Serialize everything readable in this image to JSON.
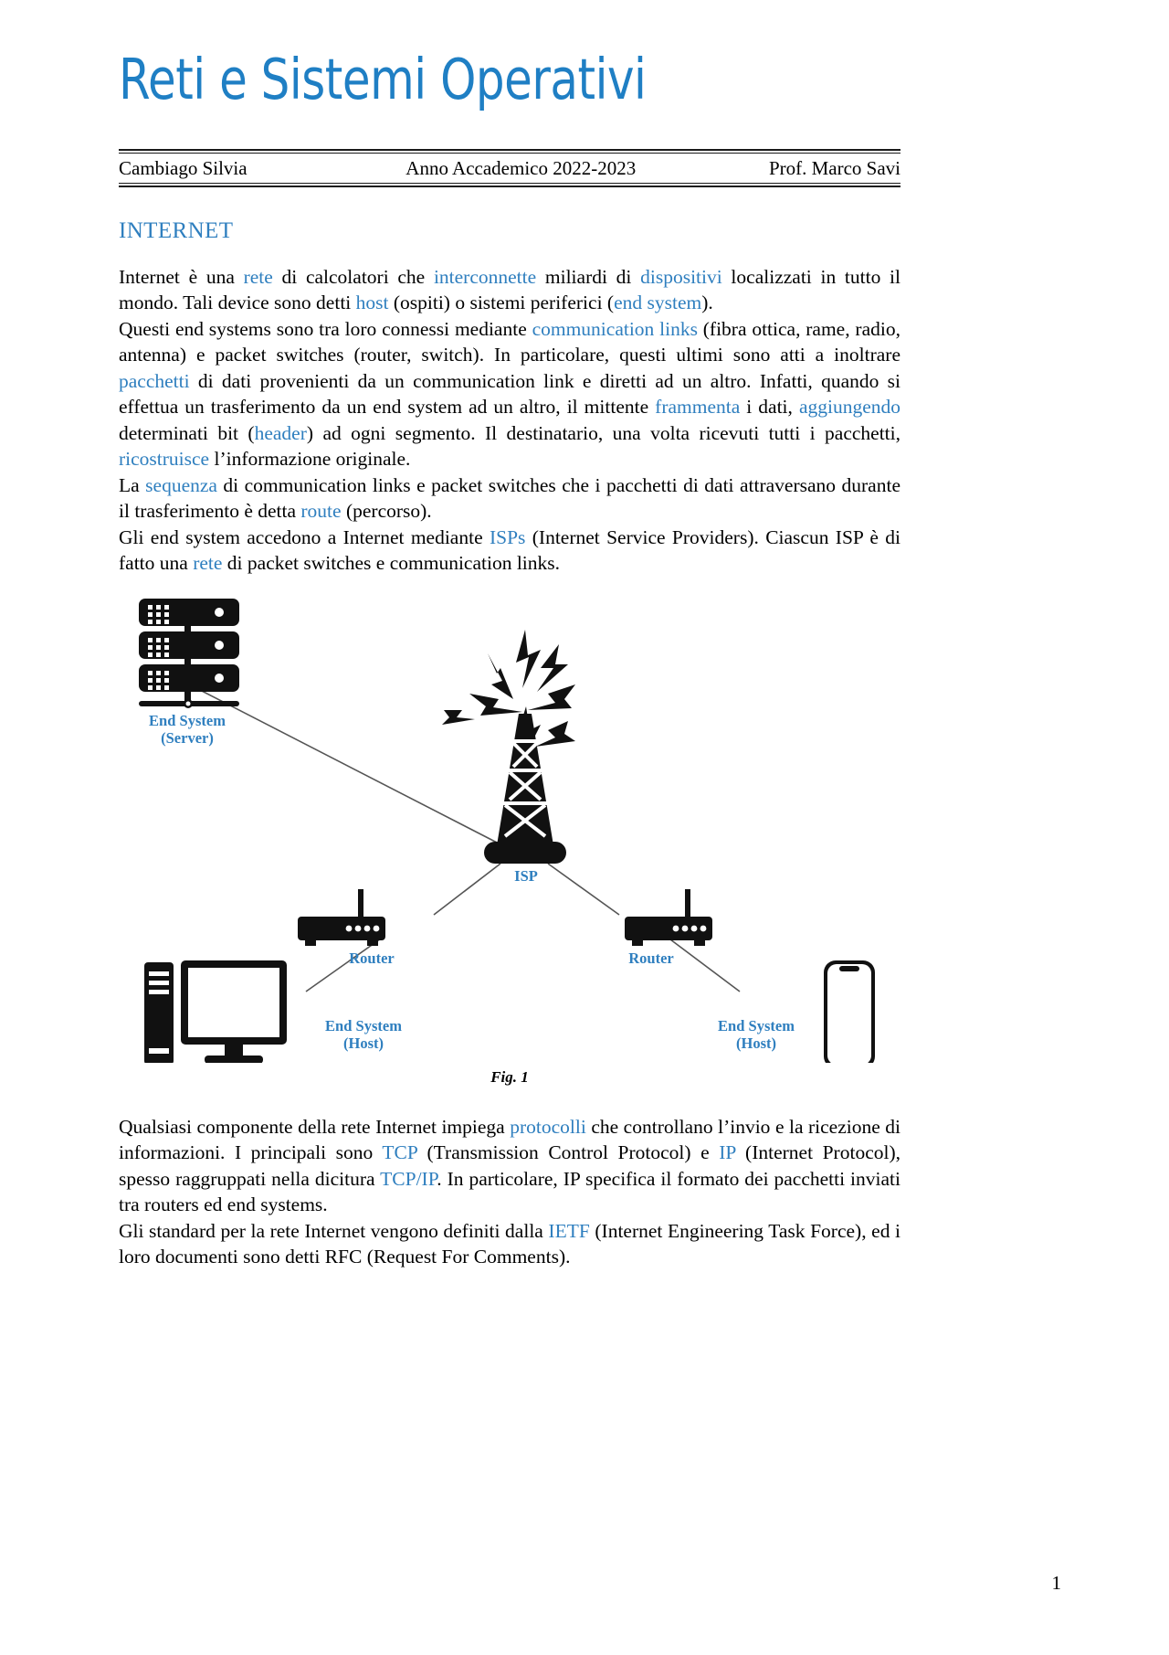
{
  "document": {
    "title": "Reti e Sistemi Operativi",
    "header": {
      "left": "Cambiago Silvia",
      "center": "Anno Accademico 2022-2023",
      "right": "Prof. Marco Savi"
    },
    "page_number": "1",
    "accent_color": "#2f7fbf",
    "title_color": "#1f7fc4"
  },
  "section": {
    "heading": "INTERNET",
    "paragraphs": {
      "p1": {
        "s1": "Internet è una ",
        "k1": "rete",
        "s2": " di calcolatori che ",
        "k2": "interconnette",
        "s3": " miliardi di ",
        "k3": "dispositivi",
        "s4": " localizzati in tutto il mondo. Tali device sono detti ",
        "k4": "host",
        "s5": " (ospiti) o sistemi periferici (",
        "k5": "end system",
        "s6": ")."
      },
      "p2": {
        "s1": "Questi end systems sono tra loro connessi mediante ",
        "k1": "communication links",
        "s2": " (fibra ottica, rame, radio, antenna) e packet switches (router, switch). In particolare, questi ultimi sono atti a inoltrare ",
        "k2": "pacchetti",
        "s3": " di dati provenienti da un communication link e diretti ad un altro. Infatti, quando si effettua un trasferimento da un end system ad un altro, il mittente ",
        "k3": "frammenta",
        "s4": " i dati, ",
        "k4": "aggiungendo",
        "s5": " determinati bit (",
        "k5": "header",
        "s6": ") ad ogni segmento. Il destinatario, una volta ricevuti tutti i pacchetti, ",
        "k6": "ricostruisce",
        "s7": " l’informazione originale."
      },
      "p3": {
        "s1": "La ",
        "k1": "sequenza",
        "s2": " di communication links e packet switches che i pacchetti di dati attraversano durante il trasferimento è detta ",
        "k2": "route",
        "s3": " (percorso)."
      },
      "p4": {
        "s1": "Gli end system accedono a Internet mediante ",
        "k1": "ISPs",
        "s2": " (Internet Service Providers). Ciascun ISP è di fatto una ",
        "k2": "rete",
        "s3": " di packet switches e communication links."
      },
      "p5": {
        "s1": "Qualsiasi componente della rete Internet impiega ",
        "k1": "protocolli",
        "s2": " che controllano l’invio e la ricezione di informazioni. I principali sono ",
        "k2": "TCP",
        "s3": " (Transmission Control Protocol) e ",
        "k3": "IP",
        "s4": " (Internet Protocol), spesso raggruppati nella dicitura ",
        "k4": "TCP/IP",
        "s5": ". In particolare, IP specifica il formato dei pacchetti inviati tra routers ed end systems."
      },
      "p6": {
        "s1": "Gli standard per la rete Internet vengono definiti dalla ",
        "k1": "IETF",
        "s2": " (Internet Engineering Task Force), ed i loro documenti sono detti RFC (Request For Comments)."
      }
    }
  },
  "figure": {
    "caption": "Fig. 1",
    "labels": {
      "server": "End System\n(Server)",
      "isp": "ISP",
      "router_left": "Router",
      "router_right": "Router",
      "host_left": "End System\n(Host)",
      "host_right": "End System\n(Host)"
    },
    "nodes": [
      {
        "name": "server-rack-icon",
        "label": "End System (Server)"
      },
      {
        "name": "isp-tower-icon",
        "label": "ISP"
      },
      {
        "name": "router-left-icon",
        "label": "Router"
      },
      {
        "name": "router-right-icon",
        "label": "Router"
      },
      {
        "name": "desktop-computer-icon",
        "label": "End System (Host)"
      },
      {
        "name": "smartphone-icon",
        "label": "End System (Host)"
      }
    ]
  }
}
